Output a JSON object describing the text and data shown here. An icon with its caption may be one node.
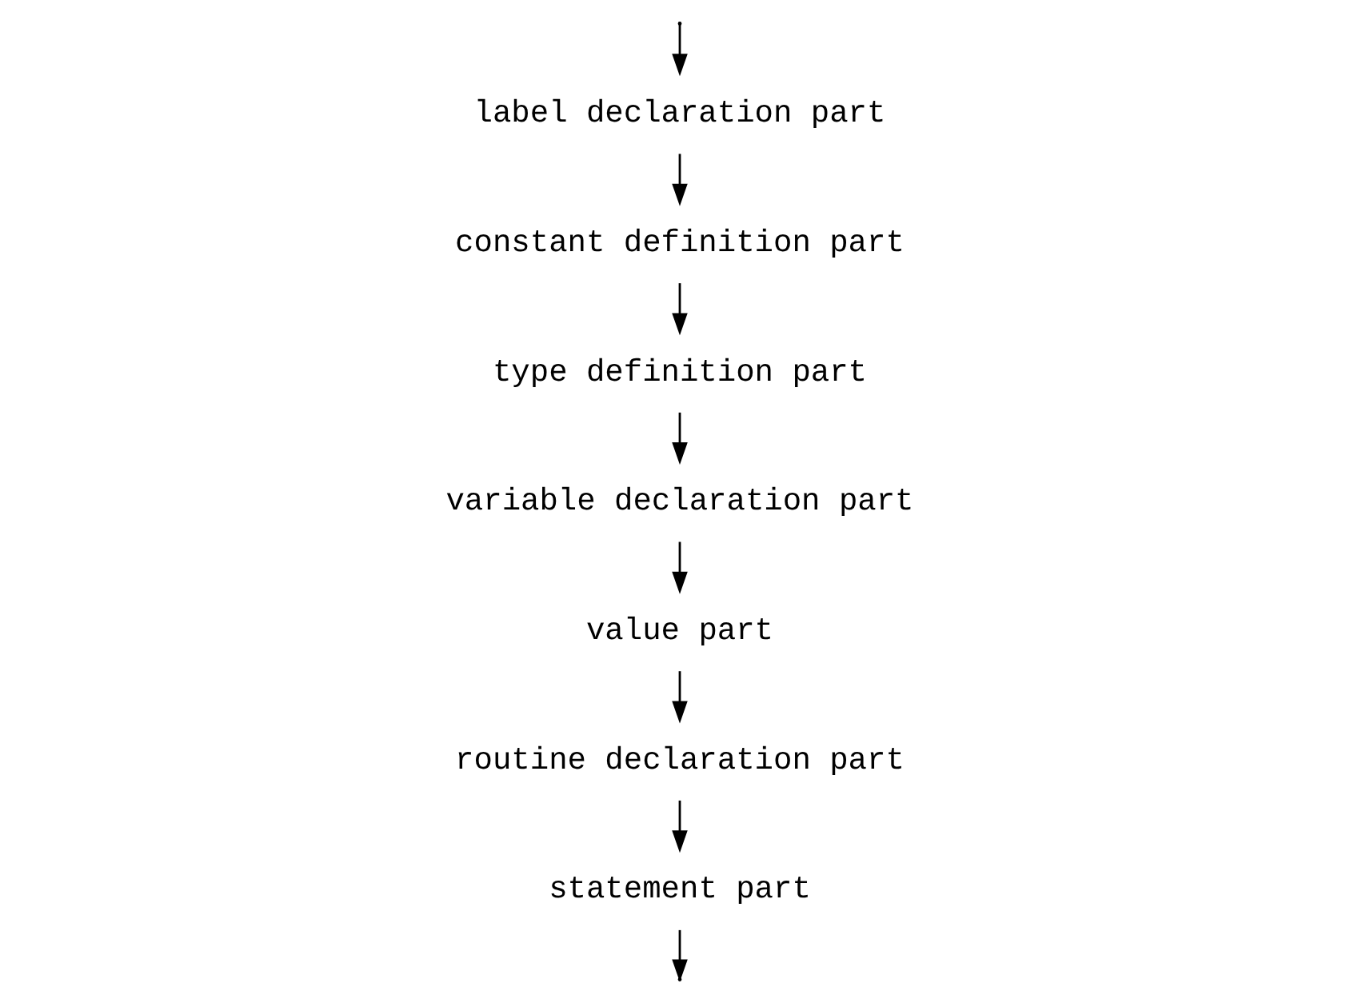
{
  "diagram": {
    "nodes": [
      {
        "text": [
          "label declaration part"
        ]
      },
      {
        "text": [
          "constant definition part"
        ]
      },
      {
        "text": [
          "type definition part"
        ]
      },
      {
        "text": [
          "variable declaration part"
        ]
      },
      {
        "text": [
          "value part"
        ]
      },
      {
        "text": [
          "routine declaration part"
        ]
      },
      {
        "text": [
          "statement part"
        ]
      }
    ],
    "edges": [
      {
        "from": null,
        "to": 0,
        "arrow": "to"
      },
      {
        "from": 0,
        "to": 1,
        "arrow": "to"
      },
      {
        "from": 1,
        "to": 2,
        "arrow": "to"
      },
      {
        "from": 2,
        "to": 3,
        "arrow": "to"
      },
      {
        "from": 3,
        "to": 4,
        "arrow": "to"
      },
      {
        "from": 4,
        "to": 5,
        "arrow": "to"
      },
      {
        "from": 5,
        "to": 6,
        "arrow": "to"
      },
      {
        "from": 6,
        "to": null,
        "arrow": "to"
      }
    ]
  }
}
